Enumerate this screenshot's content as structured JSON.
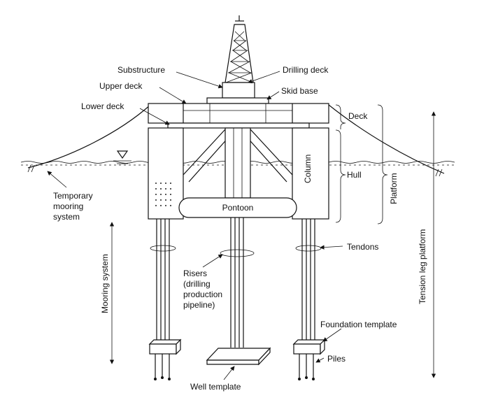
{
  "labels": {
    "substructure": "Substructure",
    "drilling_deck": "Drilling deck",
    "upper_deck": "Upper deck",
    "skid_base": "Skid base",
    "lower_deck": "Lower deck",
    "deck": "Deck",
    "temporary_mooring_1": "Temporary",
    "temporary_mooring_2": "mooring",
    "temporary_mooring_3": "system",
    "column": "Column",
    "hull": "Hull",
    "platform": "Platform",
    "pontoon": "Pontoon",
    "tension_leg_platform": "Tension leg platform",
    "mooring_system": "Mooring system",
    "tendons": "Tendons",
    "risers_1": "Risers",
    "risers_2": "(drilling",
    "risers_3": "production",
    "risers_4": "pipeline)",
    "foundation_template": "Foundation template",
    "piles": "Piles",
    "well_template": "Well template"
  }
}
